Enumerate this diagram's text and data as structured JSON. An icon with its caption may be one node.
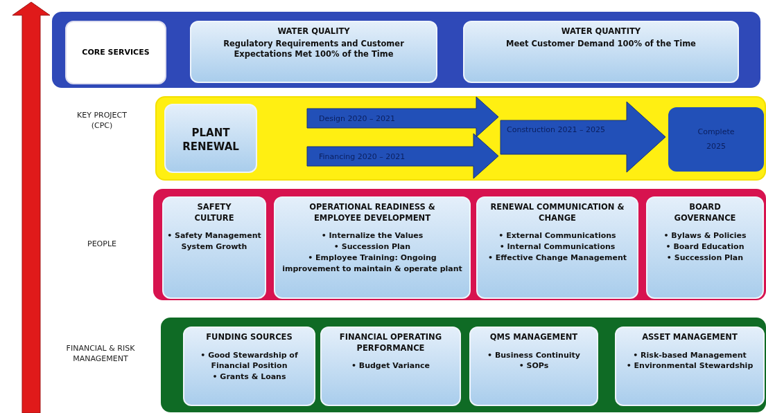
{
  "diagram": {
    "nodes": [
      {
        "text": [],
        "shape": "box"
      },
      {
        "text": [
          "CORE SERVICES"
        ],
        "in": 0
      },
      {
        "text": [
          "WATER QUALITY",
          "Regulatory Requirements and Customer Expectations Met 100% of the Time"
        ],
        "in": 0
      },
      {
        "text": [
          "WATER QUANTITY",
          "Meet Customer Demand 100% of the Time"
        ],
        "in": 0
      },
      {
        "text": [],
        "shape": "box"
      },
      {
        "text": [
          "PLANT RENEWAL"
        ],
        "in": 4
      },
      {
        "text": [
          "Design 2020 – 2021"
        ],
        "in": 4
      },
      {
        "text": [
          "Financing 2020 – 2021"
        ],
        "in": 4
      },
      {
        "text": [
          "Construction 2021 – 2025"
        ],
        "in": 4
      },
      {
        "text": [
          "Complete 2025"
        ],
        "in": 4
      },
      {
        "text": [],
        "shape": "box"
      },
      {
        "text": [
          "SAFETY CULTURE",
          "• Safety Management System Growth"
        ],
        "in": 10
      },
      {
        "text": [
          "OPERATIONAL READINESS & EMPLOYEE DEVELOPMENT",
          "• Internalize the Values",
          "• Succession Plan",
          "• Employee Training: Ongoing improvement to maintain & operate plant"
        ],
        "in": 10
      },
      {
        "text": [
          "RENEWAL COMMUNICATION & CHANGE",
          "• External Communications",
          "• Internal Communications",
          "• Effective Change Management"
        ],
        "in": 10
      },
      {
        "text": [
          "BOARD GOVERNANCE",
          "• Bylaws & Policies",
          "• Board Education",
          "• Succession Plan"
        ],
        "in": 10
      },
      {
        "text": [],
        "shape": "box"
      },
      {
        "text": [
          "FUNDING SOURCES",
          "• Good Stewardship of Financial Position",
          "• Grants & Loans"
        ],
        "in": 15
      },
      {
        "text": [
          "FINANCIAL OPERATING PERFORMANCE",
          "• Budget Variance"
        ],
        "in": 15
      },
      {
        "text": [
          "QMS MANAGEMENT",
          "• Business Continuity",
          "• SOPs"
        ],
        "in": 15
      },
      {
        "text": [
          "ASSET MANAGEMENT",
          "• Risk-based Management",
          "• Environmental Stewardship"
        ],
        "in": 15
      }
    ],
    "edges": [
      {
        "from": 6,
        "to": 8,
        "arrow": "to"
      },
      {
        "from": 7,
        "to": 8,
        "arrow": "to"
      },
      {
        "from": 8,
        "to": 9,
        "arrow": "to"
      }
    ],
    "labels": [
      "KEY PROJECT (CPC)",
      "PEOPLE",
      "FINANCIAL & RISK MANAGEMENT"
    ]
  }
}
